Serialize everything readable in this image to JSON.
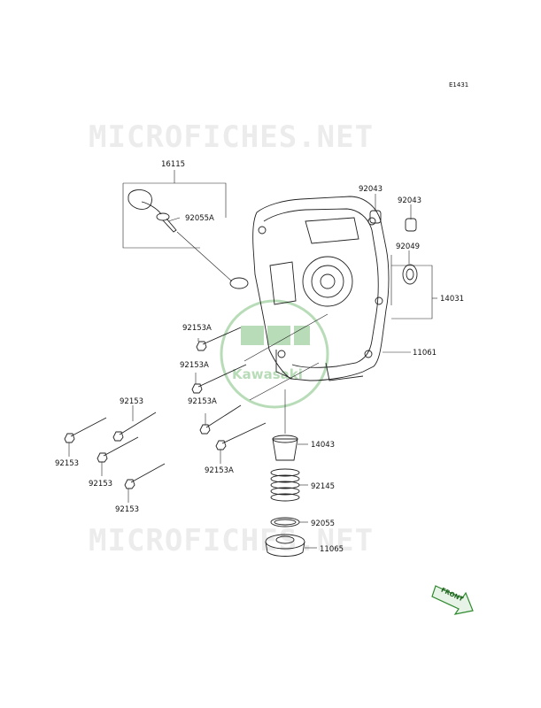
{
  "diagram_code": "E1431",
  "watermark": "MICROFICHES.NET",
  "brand_watermark": "Kawasaki",
  "front_label": "FRONT",
  "parts": {
    "p16115": "16115",
    "p92055A": "92055A",
    "p92043a": "92043",
    "p92043b": "92043",
    "p92049": "92049",
    "p14031": "14031",
    "p92153A_1": "92153A",
    "p92153A_2": "92153A",
    "p92153A_3": "92153A",
    "p92153A_4": "92153A",
    "p11061": "11061",
    "p92153_top": "92153",
    "p92153_left": "92153",
    "p92153_mid": "92153",
    "p92153_bot": "92153",
    "p14043": "14043",
    "p92145": "92145",
    "p92055": "92055",
    "p11065": "11065"
  },
  "colors": {
    "watermark_green": "#b8dcb8",
    "arrow_green": "#2f8a2f",
    "label_text": "#111111"
  }
}
